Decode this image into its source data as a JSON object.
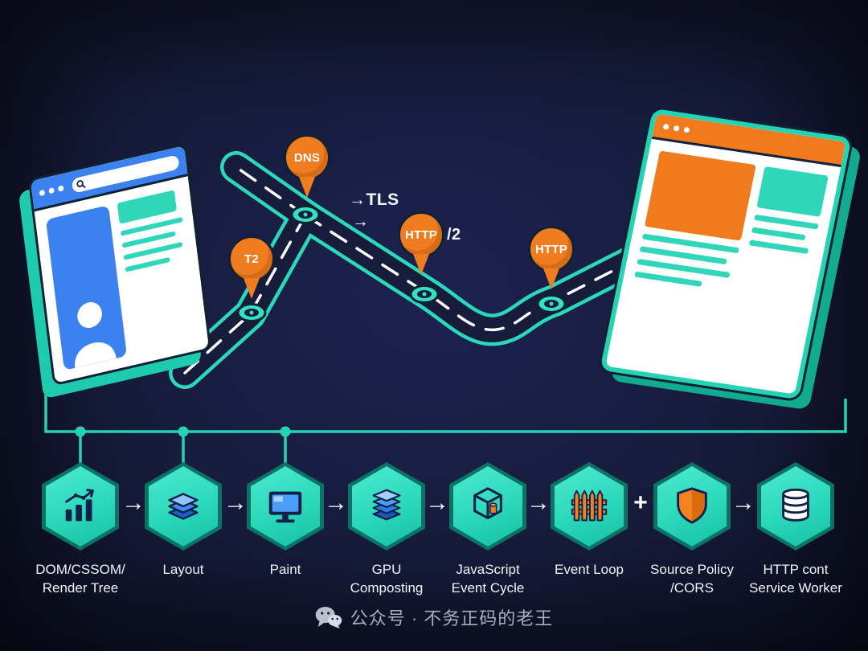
{
  "colors": {
    "background": "#171c3c",
    "teal": "#2bd8ba",
    "teal_dark": "#0b7265",
    "orange": "#ef7d1f",
    "blue": "#3b82f0",
    "navy_icon": "#13204a",
    "white": "#ffffff",
    "label_text": "#f2f4f8",
    "watermark_text": "#a9aebf"
  },
  "network_path": {
    "pins": [
      {
        "label": "DNS"
      },
      {
        "label": "T2"
      },
      {
        "label": "HTTP",
        "suffix": "/2"
      },
      {
        "label": "HTTP"
      }
    ],
    "tls_annotation": "→TLS",
    "arrow_annotation": "→"
  },
  "pipeline": {
    "steps": [
      {
        "icon": "bar-chart-icon",
        "line1": "DOM/CSSOM/",
        "line2": "Render Tree"
      },
      {
        "icon": "layers-icon",
        "line1": "Layout",
        "line2": ""
      },
      {
        "icon": "monitor-icon",
        "line1": "Paint",
        "line2": ""
      },
      {
        "icon": "gpu-layers-icon",
        "line1": "GPU",
        "line2": "Composting"
      },
      {
        "icon": "cube-icon",
        "line1": "JavaScript",
        "line2": "Event Cycle"
      },
      {
        "icon": "fence-icon",
        "line1": "Event Loop",
        "line2": ""
      },
      {
        "icon": "shield-icon",
        "line1": "Source Policy",
        "line2": "/CORS"
      },
      {
        "icon": "database-icon",
        "line1": "HTTP cont",
        "line2": "Service Worker"
      }
    ],
    "connectors": [
      "→",
      "→",
      "→",
      "→",
      "→",
      "+",
      "→"
    ]
  },
  "watermark": {
    "icon": "wechat-icon",
    "text": "公众号 · 不务正码的老王"
  }
}
